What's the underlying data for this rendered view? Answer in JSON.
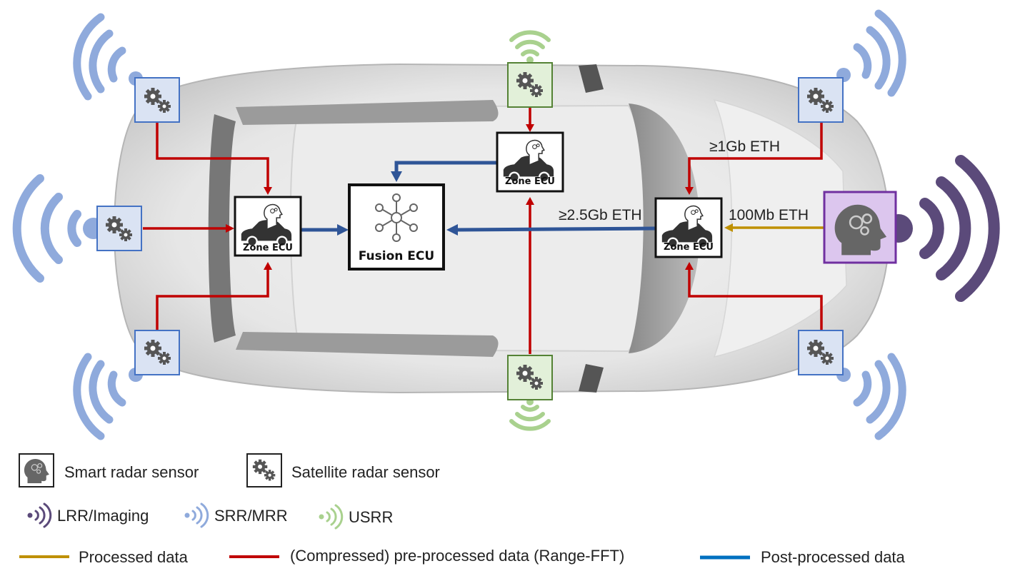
{
  "diagram": {
    "fusion_ecu": {
      "label": "Fusion ECU"
    },
    "zone_ecus": [
      {
        "id": "left",
        "label": "Zone ECU"
      },
      {
        "id": "top",
        "label": "Zone ECU"
      },
      {
        "id": "right",
        "label": "Zone ECU"
      }
    ],
    "links": {
      "gb1_eth": "≥1Gb ETH",
      "gb25_eth": "≥2.5Gb ETH",
      "mb100_eth": "100Mb ETH"
    }
  },
  "legend": {
    "smart_sensor": "Smart radar sensor",
    "satellite_sensor": "Satellite radar sensor",
    "lrr": "LRR/Imaging",
    "srr": "SRR/MRR",
    "usrr": "USRR",
    "processed": "Processed data",
    "preprocessed": "(Compressed) pre-processed data (Range-FFT)",
    "postprocessed": "Post-processed data"
  },
  "colors": {
    "red_line": "#c00000",
    "blue_line": "#2f5597",
    "gold_line": "#bf9000",
    "srr_wave": "#8faadc",
    "usrr_wave": "#a9d18e",
    "lrr_wave": "#5b4a7a",
    "smart_box_fill": "#dcc6ee",
    "smart_box_stroke": "#7030a0",
    "sat_box_fill": "#dae3f3",
    "sat_box_stroke": "#4472c4",
    "usrr_box_fill": "#e2f0d9",
    "usrr_box_stroke": "#548235",
    "legend_blue": "#0070c0"
  }
}
